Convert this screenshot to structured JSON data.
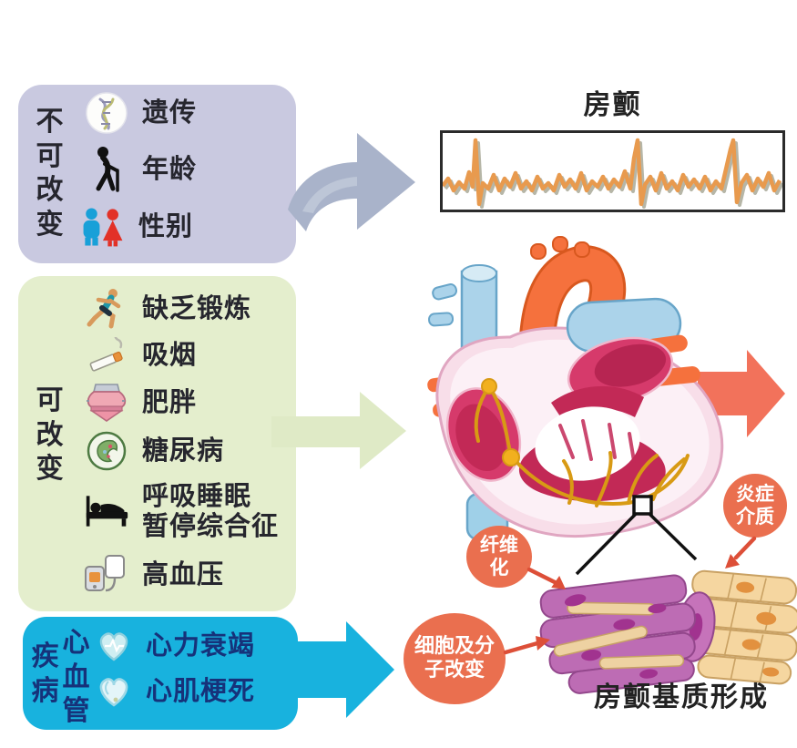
{
  "palette": {
    "non_modifiable_box": "#c9c9e0",
    "modifiable_box": "#e4eecd",
    "disease_box": "#18b2de",
    "badge": "#ea6f4f",
    "big_arrow_orange": "#f2725b",
    "big_arrow_slate": "#a9b3ca",
    "ecg_trace": "#e89a4e",
    "dark_text": "#26262e",
    "disease_text": "#16327a"
  },
  "risk_boxes": {
    "non_modifiable": {
      "label": "不可改变",
      "items": [
        {
          "icon": "dna-icon",
          "label": "遗传"
        },
        {
          "icon": "elderly-icon",
          "label": "年龄"
        },
        {
          "icon": "gender-icon",
          "label": "性别"
        }
      ]
    },
    "modifiable": {
      "label": "可改变",
      "items": [
        {
          "icon": "running-icon",
          "label": "缺乏锻炼"
        },
        {
          "icon": "cigarette-icon",
          "label": "吸烟"
        },
        {
          "icon": "obesity-icon",
          "label": "肥胖"
        },
        {
          "icon": "diabetes-icon",
          "label": "糖尿病"
        },
        {
          "icon": "sleep-apnea-icon",
          "label": "呼吸睡眠\n暂停综合征"
        },
        {
          "icon": "blood-pressure-icon",
          "label": "高血压"
        }
      ]
    },
    "cardiovascular_disease": {
      "group_label": "疾病",
      "sub_label": "心血管",
      "items": [
        {
          "icon": "heart-failure-icon",
          "label": "心力衰竭"
        },
        {
          "icon": "myocardial-infarction-icon",
          "label": "心肌梗死"
        }
      ]
    }
  },
  "af_panel": {
    "title": "房颤"
  },
  "substrate": {
    "fibrosis": "纤维化",
    "inflammation": "炎症介质",
    "cellular": "细胞及分子改变",
    "caption": "房颤基质形成"
  }
}
